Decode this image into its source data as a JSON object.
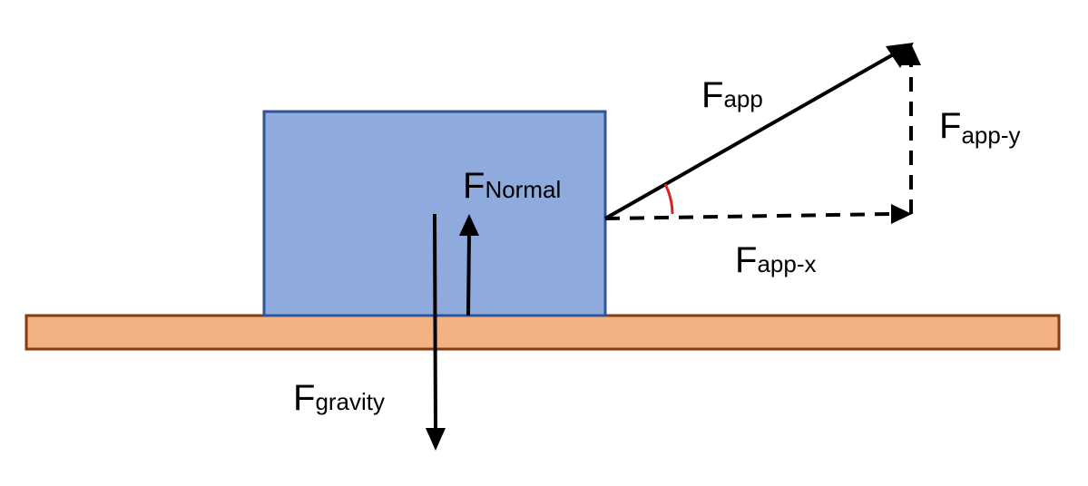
{
  "labels": {
    "f_app": {
      "main": "F",
      "sub": "app"
    },
    "f_app_y": {
      "main": "F",
      "sub": "app-y"
    },
    "f_app_x": {
      "main": "F",
      "sub": "app-x"
    },
    "f_normal": {
      "main": "F",
      "sub": "Normal"
    },
    "f_gravity": {
      "main": "F",
      "sub": "gravity"
    }
  },
  "colors": {
    "block_fill": "#8faadc",
    "block_stroke": "#2f5597",
    "ground_fill": "#f4b183",
    "ground_stroke": "#843c0c",
    "arrow": "#000000",
    "angle_arc": "#e02020"
  }
}
